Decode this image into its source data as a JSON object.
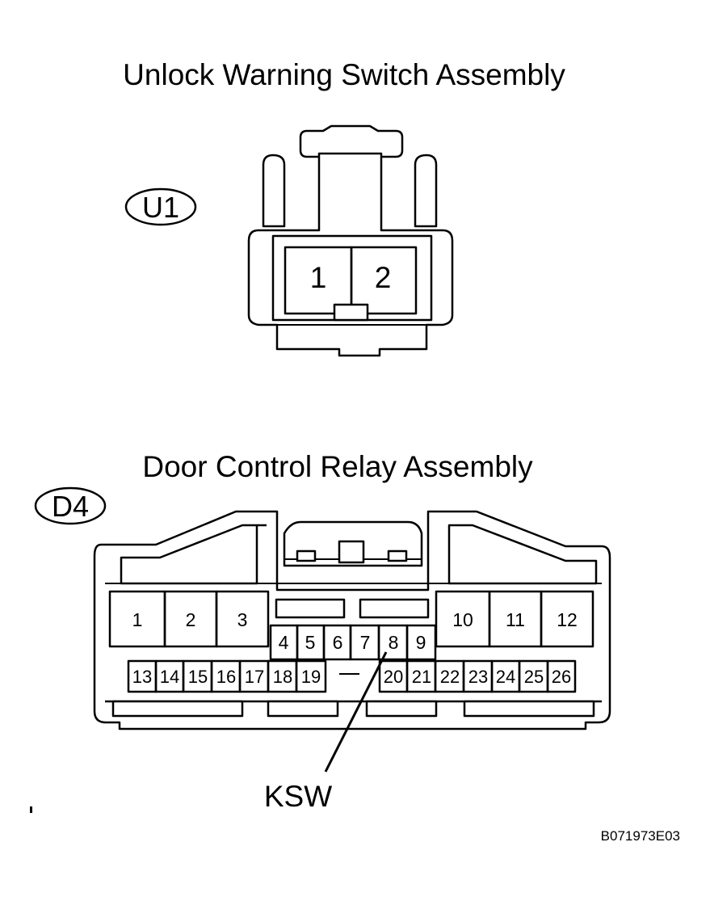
{
  "connectors": {
    "u1": {
      "title": "Unlock Warning Switch Assembly",
      "badge": "U1",
      "pins": [
        "1",
        "2"
      ]
    },
    "d4": {
      "title": "Door Control Relay Assembly",
      "badge": "D4",
      "pins": [
        "1",
        "2",
        "3",
        "4",
        "5",
        "6",
        "7",
        "8",
        "9",
        "10",
        "11",
        "12",
        "13",
        "14",
        "15",
        "16",
        "17",
        "18",
        "19",
        "20",
        "21",
        "22",
        "23",
        "24",
        "25",
        "26"
      ],
      "callout": "KSW"
    }
  },
  "figure_code": "B071973E03"
}
